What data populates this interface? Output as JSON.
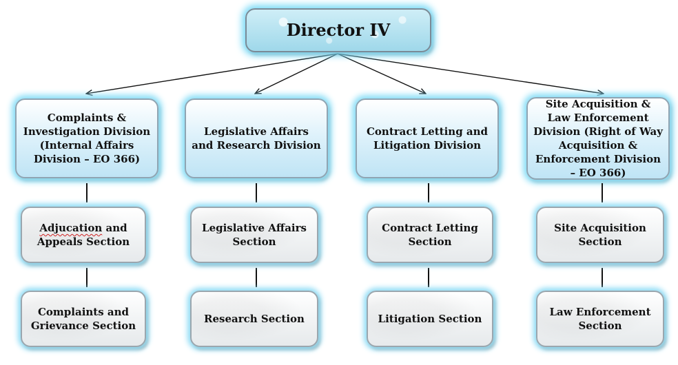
{
  "top": {
    "title": "Director IV"
  },
  "divisions": [
    {
      "label": "Complaints & Investigation Division (Internal Affairs Division – EO 366)"
    },
    {
      "label": "Legislative Affairs and Research Division"
    },
    {
      "label": "Contract Letting and Litigation Division"
    },
    {
      "label": "Site Acquisition & Law Enforcement Division (Right of Way Acquisition & Enforcement Division – EO 366)"
    }
  ],
  "sections_row1": [
    {
      "word1": "Adjucation",
      "rest": "and Appeals Section"
    },
    {
      "label": "Legislative Affairs Section"
    },
    {
      "label": "Contract Letting Section"
    },
    {
      "label": "Site Acquisition Section"
    }
  ],
  "sections_row2": [
    {
      "label": "Complaints and Grievance Section"
    },
    {
      "label": "Research Section"
    },
    {
      "label": "Litigation Section"
    },
    {
      "label": "Law Enforcement Section"
    }
  ]
}
